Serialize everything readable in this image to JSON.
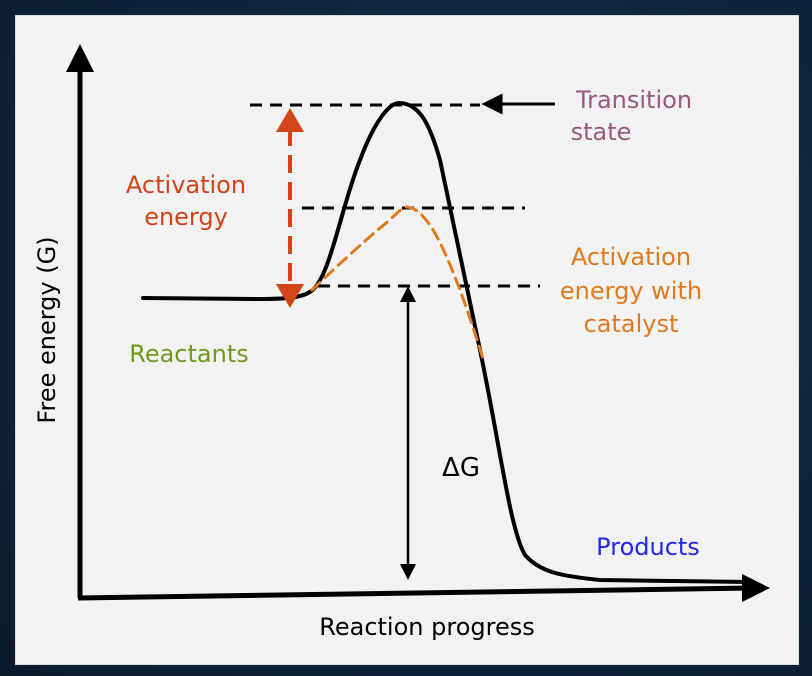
{
  "labels": {
    "y_axis": "Free energy (G)",
    "x_axis": "Reaction progress",
    "transition_line1": "Transition",
    "transition_line2": "state",
    "activation_line1": "Activation",
    "activation_line2": "energy",
    "catalyst_line1": "Activation",
    "catalyst_line2": "energy with",
    "catalyst_line3": "catalyst",
    "reactants": "Reactants",
    "products": "Products",
    "delta_g": "ΔG"
  },
  "colors": {
    "transition": "#9a5a7a",
    "activation": "#d2441a",
    "catalyst": "#e07a1c",
    "reactants": "#6f9a1c",
    "products": "#1e28e6",
    "curve": "#000000",
    "background": "#f2f2f2"
  }
}
